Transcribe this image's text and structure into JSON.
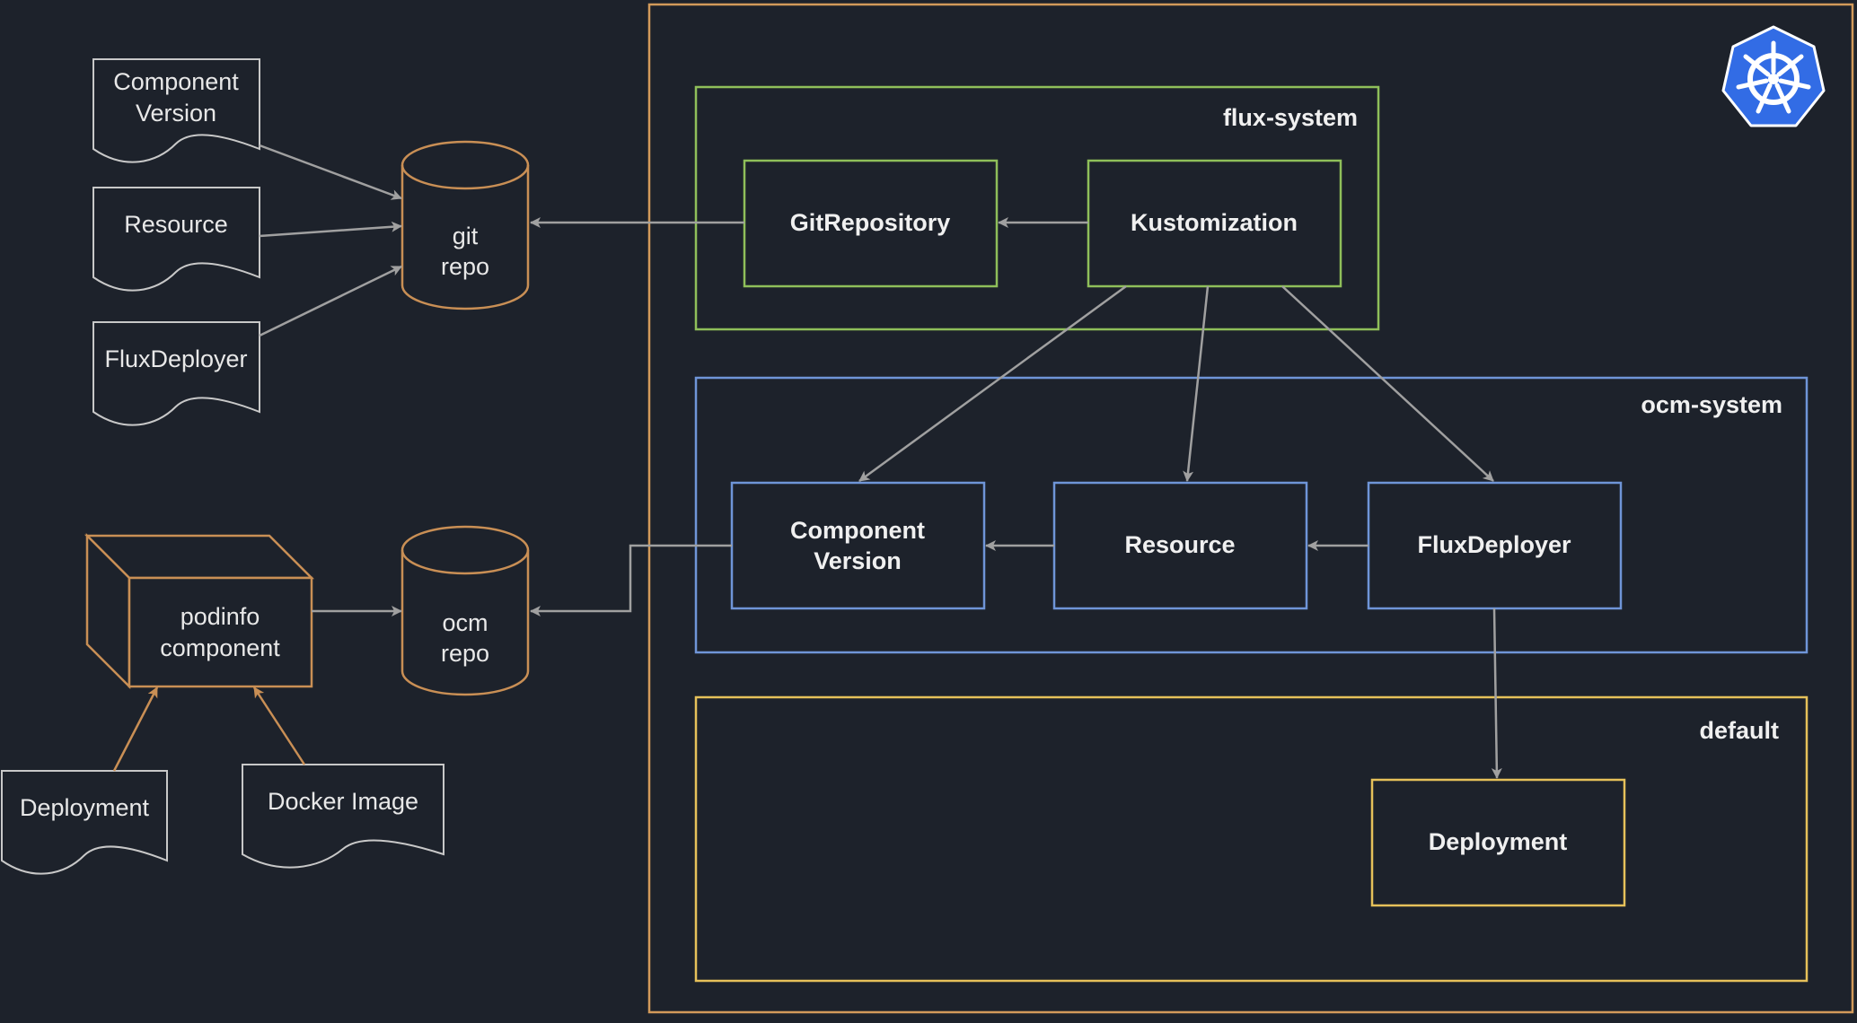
{
  "colors": {
    "background": "#1d222b",
    "cluster_border": "#d29a5a",
    "flux_border": "#8fbf5a",
    "ocm_border": "#6f95d8",
    "default_border": "#e6c15a",
    "doc_border": "#c8c8c8",
    "repo_border": "#c98f55",
    "arrow_gray": "#a0a0a0",
    "arrow_orange": "#c98f55",
    "k8s_blue": "#326ce5"
  },
  "icons": {
    "kubernetes": "kubernetes-helm-wheel-icon"
  },
  "namespaces": {
    "flux": "flux-system",
    "ocm": "ocm-system",
    "default": "default"
  },
  "docs": {
    "component_version": [
      "Component",
      "Version"
    ],
    "resource": "Resource",
    "flux_deployer": "FluxDeployer",
    "deployment": "Deployment",
    "docker_image": "Docker Image"
  },
  "repos": {
    "git": [
      "git",
      "repo"
    ],
    "ocm": [
      "ocm",
      "repo"
    ]
  },
  "component": [
    "podinfo",
    "component"
  ],
  "nodes": {
    "git_repository": "GitRepository",
    "kustomization": "Kustomization",
    "component_version": [
      "Component",
      "Version"
    ],
    "resource": "Resource",
    "flux_deployer": "FluxDeployer",
    "deployment": "Deployment"
  }
}
